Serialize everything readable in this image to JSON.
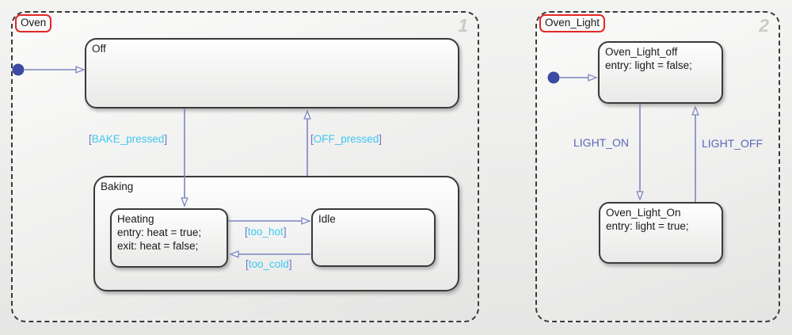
{
  "syntax": {
    "bracket_open": "[",
    "bracket_close": "]"
  },
  "colors": {
    "transition_line": "#7c85c1",
    "initial_dot": "#3b4aa2",
    "condition_text": "#3fc8f2",
    "bracket_text": "#7273c4",
    "event_label_text": "#5a68b5",
    "state_border": "#3a3a3a",
    "region_border": "#3a3a3a",
    "highlight_outline": "#e32726",
    "region_number_text": "#cdcac3"
  },
  "oven": {
    "label": "Oven",
    "number": "1",
    "states": {
      "off": {
        "title": "Off"
      },
      "baking": {
        "title": "Baking"
      },
      "heating": {
        "title": "Heating",
        "entry": "entry: heat = true;",
        "exit": "exit: heat = false;"
      },
      "idle": {
        "title": "Idle"
      }
    },
    "transitions": {
      "bake_pressed": {
        "event": "BAKE_pressed"
      },
      "off_pressed": {
        "event": "OFF_pressed"
      },
      "too_hot": {
        "event": "too_hot"
      },
      "too_cold": {
        "event": "too_cold"
      }
    }
  },
  "oven_light": {
    "label": "Oven_Light",
    "number": "2",
    "states": {
      "off": {
        "title": "Oven_Light_off",
        "entry": "entry: light = false;"
      },
      "on": {
        "title": "Oven_Light_On",
        "entry": "entry: light = true;"
      }
    },
    "transitions": {
      "light_on": {
        "event": "LIGHT_ON"
      },
      "light_off": {
        "event": "LIGHT_OFF"
      }
    }
  }
}
